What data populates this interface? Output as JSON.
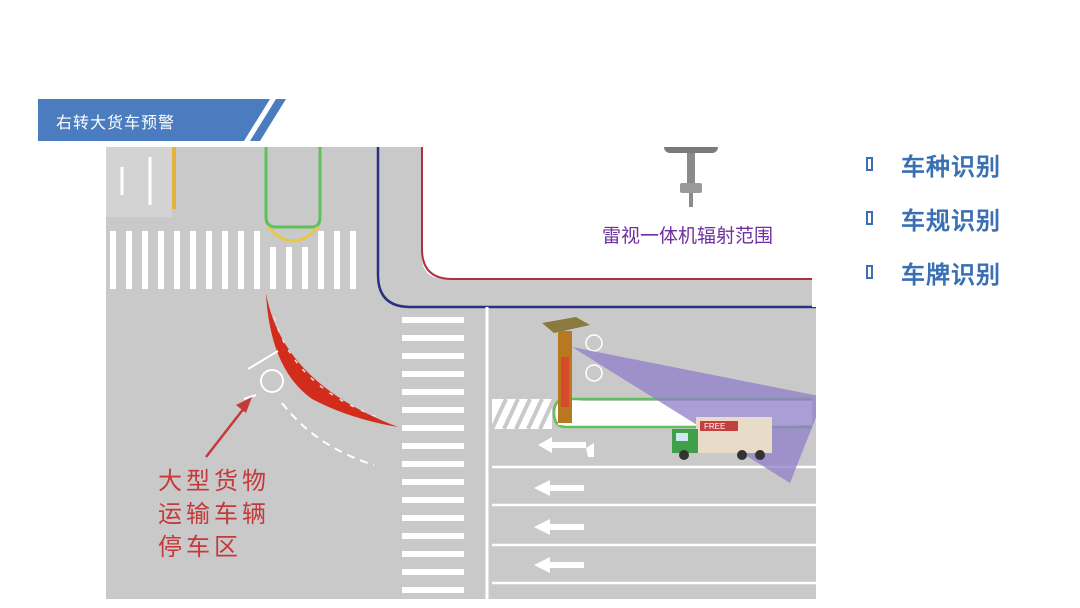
{
  "banner": {
    "title": "右转大货车预警"
  },
  "diagram": {
    "radar_label": "雷视一体机辐射范围",
    "parking_label_lines": [
      "大型货物",
      "运输车辆",
      "停车区"
    ],
    "truck_text": "FREE"
  },
  "features": [
    {
      "label": "车种识别"
    },
    {
      "label": "车规识别"
    },
    {
      "label": "车牌识别"
    }
  ],
  "colors": {
    "banner": "#4a7cbf",
    "accent": "#3a6fb4",
    "road": "#c9c9c9",
    "purple_beam": "#8f7ec8",
    "red_zone": "#d22c1c"
  }
}
